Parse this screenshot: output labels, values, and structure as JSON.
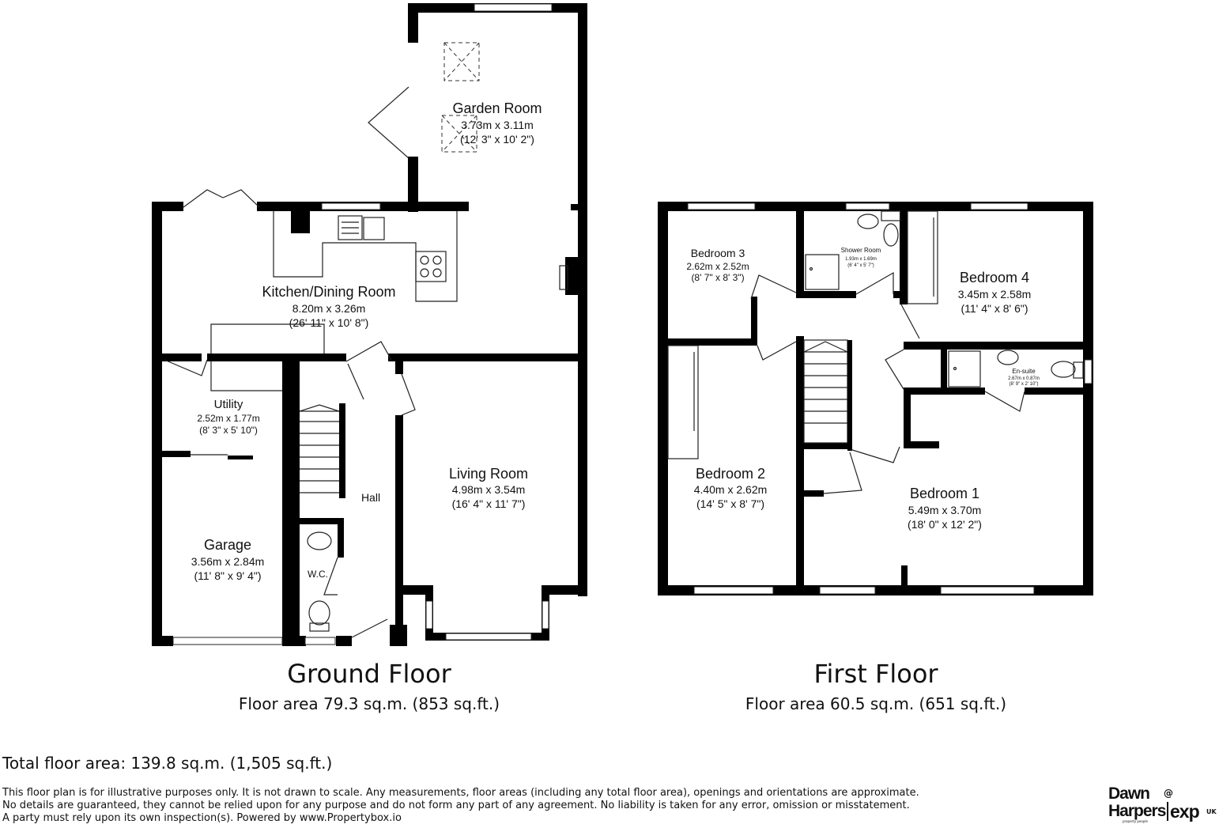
{
  "ground_floor": {
    "title": "Ground Floor",
    "area": "Floor area 79.3 sq.m. (853 sq.ft.)",
    "rooms": [
      {
        "name": "Garden Room",
        "metric": "3.73m x 3.11m",
        "imperial": "(12' 3\" x 10' 2\")"
      },
      {
        "name": "Kitchen/Dining Room",
        "metric": "8.20m x 3.26m",
        "imperial": "(26' 11\" x 10' 8\")"
      },
      {
        "name": "Utility",
        "metric": "2.52m x 1.77m",
        "imperial": "(8' 3\" x 5' 10\")"
      },
      {
        "name": "Living Room",
        "metric": "4.98m x 3.54m",
        "imperial": "(16' 4\" x 11' 7\")"
      },
      {
        "name": "Garage",
        "metric": "3.56m x 2.84m",
        "imperial": "(11' 8\" x 9' 4\")"
      }
    ],
    "hall": "Hall",
    "wc": "W.C."
  },
  "first_floor": {
    "title": "First Floor",
    "area": "Floor area 60.5 sq.m. (651 sq.ft.)",
    "rooms": [
      {
        "name": "Bedroom 3",
        "metric": "2.62m x 2.52m",
        "imperial": "(8' 7\" x 8' 3\")"
      },
      {
        "name": "Bedroom 4",
        "metric": "3.45m x 2.58m",
        "imperial": "(11' 4\" x 8' 6\")"
      },
      {
        "name": "Bedroom 2",
        "metric": "4.40m x 2.62m",
        "imperial": "(14' 5\" x 8' 7\")"
      },
      {
        "name": "Bedroom 1",
        "metric": "5.49m x 3.70m",
        "imperial": "(18' 0\" x 12' 2\")"
      }
    ],
    "shower_room": {
      "name": "Shower Room",
      "metric": "1.93m x 1.69m",
      "imperial": "(6' 4\" x 5' 7\")"
    },
    "ensuite": {
      "name": "En-suite",
      "metric": "2.67m x 0.87m",
      "imperial": "(8' 9\" x 2' 10\")"
    }
  },
  "total_area": "Total floor area: 139.8 sq.m. (1,505 sq.ft.)",
  "disclaimer": "This floor plan is for illustrative purposes only. It is not drawn to scale. Any measurements, floor areas (including any total floor area), openings and orientations are approximate. No details are guaranteed, they cannot be relied upon for any purpose and do not form any part of any agreement. No liability is taken for any error, omission or misstatement. A party must rely upon its own inspection(s). Powered by www.Propertybox.io",
  "logo": {
    "line1": "Dawn",
    "at": "@",
    "line2": "Harpers",
    "brand": "exp",
    "country": "UK",
    "tagline": "property people"
  }
}
